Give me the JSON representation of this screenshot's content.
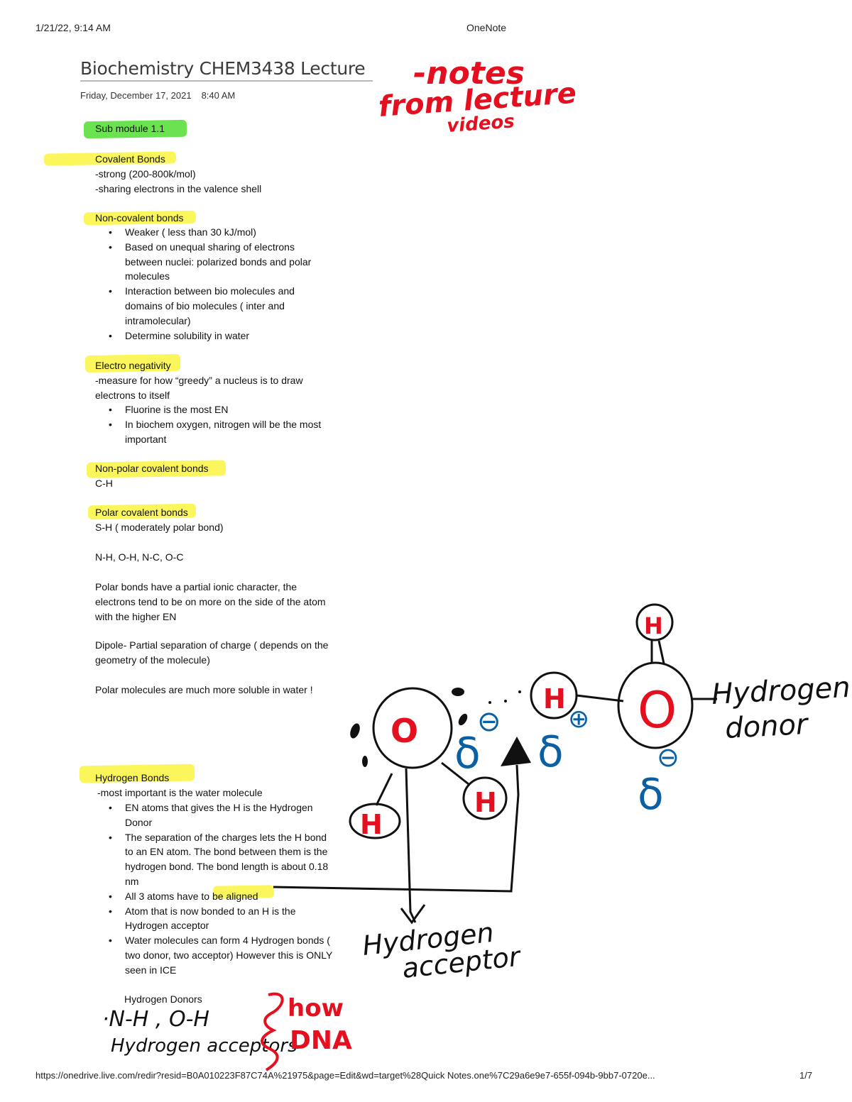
{
  "header": {
    "datetime": "1/21/22, 9:14 AM",
    "app": "OneNote"
  },
  "page": {
    "title": "Biochemistry CHEM3438 Lecture",
    "date": "Friday, December 17, 2021",
    "time": "8:40 AM"
  },
  "sections": {
    "sub": "Sub module 1.1",
    "covalent": {
      "heading": "Covalent Bonds",
      "l1": "-strong (200-800k/mol)",
      "l2": "-sharing electrons in the valence shell"
    },
    "noncov": {
      "heading": "Non-covalent bonds",
      "b1": "Weaker ( less than 30 kJ/mol)",
      "b2": "Based on unequal sharing of electrons between nuclei: polarized bonds and polar molecules",
      "b3": "Interaction between bio molecules and domains of bio molecules ( inter and intramolecular)",
      "b4": "Determine solubility in water"
    },
    "en": {
      "heading": "Electro negativity",
      "l1": "-measure for how “greedy” a nucleus is to draw electrons to itself",
      "b1": "Fluorine is the most EN",
      "b2": "In biochem oxygen, nitrogen will be the most important"
    },
    "nonpolar": {
      "heading": "Non-polar covalent bonds",
      "l1": "C-H"
    },
    "polar": {
      "heading": "Polar covalent bonds",
      "l1": "S-H ( moderately polar bond)",
      "l2": "N-H, O-H, N-C, O-C",
      "p1": "Polar bonds have a partial ionic character, the electrons tend to be on more on the side of the atom with the higher EN",
      "p2": "Dipole- Partial separation of charge ( depends on the geometry of the molecule)",
      "p3": "Polar molecules are much more soluble in water !"
    },
    "hbonds": {
      "heading": "Hydrogen Bonds",
      "l1": "-most important is the water molecule",
      "b1": "EN atoms that gives the H is the Hydrogen Donor",
      "b2": "The separation of the charges lets the H bond to an EN atom. The bond between them is the hydrogen bond. The bond length is about 0.18 nm",
      "b3": "All 3 atoms have to be aligned",
      "b4": "Atom that is now bonded to an H is the Hydrogen acceptor",
      "b5": "Water molecules can form 4 Hydrogen bonds ( two donor, two acceptor) However this is ONLY seen in ICE",
      "donors": "Hydrogen Donors"
    }
  },
  "handwriting": {
    "notes1": "-notes",
    "notes2": "from lecture",
    "notes3": "videos",
    "donor1": "Hydrogen",
    "donor2": "donor",
    "acceptor1": "Hydrogen",
    "acceptor2": "acceptor",
    "donors_list": "·N-H , O-H",
    "acceptors": "Hydrogen acceptors",
    "how1": "how",
    "how2": "DNA",
    "atom_o": "O",
    "atom_h": "H",
    "delta": "δ",
    "minus": "⊖",
    "plus": "⊕"
  },
  "footer": {
    "url": "https://onedrive.live.com/redir?resid=B0A010223F87C74A%21975&page=Edit&wd=target%28Quick Notes.one%7C29a6e9e7-655f-094b-9bb7-0720e...",
    "page": "1/7"
  },
  "colors": {
    "highlight": "#fbf54a",
    "green": "#6be24f",
    "red_ink": "#e4101f",
    "blue_ink": "#0b5fa3",
    "black_ink": "#111111"
  }
}
